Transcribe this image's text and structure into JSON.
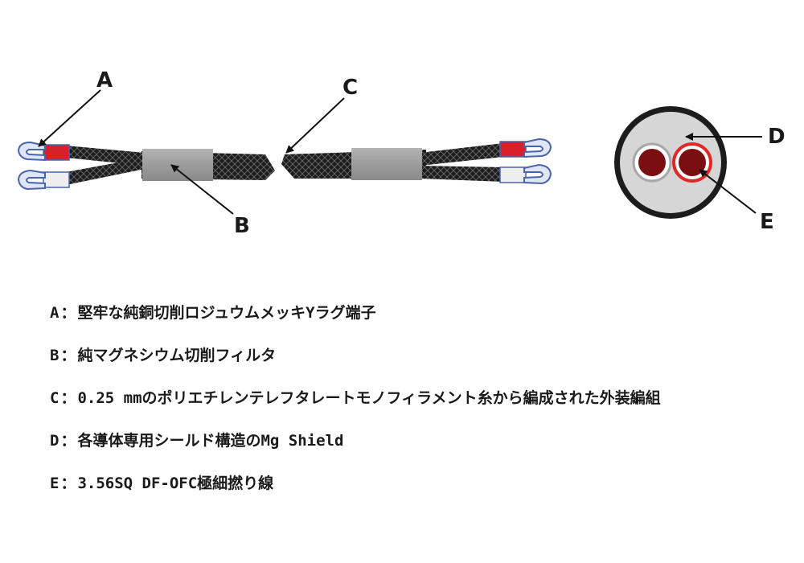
{
  "callouts": {
    "a": "A",
    "b": "B",
    "c": "C",
    "d": "D",
    "e": "E"
  },
  "separator": "：",
  "legend": [
    {
      "letter": "A",
      "text": "堅牢な純銅切削ロジュウムメッキYラグ端子"
    },
    {
      "letter": "B",
      "text": "純マグネシウム切削フィルタ"
    },
    {
      "letter": "C",
      "text": "0.25 mmのポリエチレンテレフタレートモノフィラメント糸から編成された外装編組"
    },
    {
      "letter": "D",
      "text": "各導体専用シールド構造のMg Shield"
    },
    {
      "letter": "E",
      "text": "3.56SQ DF-OFC極細撚り線"
    }
  ],
  "colors": {
    "terminal_outline": "#4a64a8",
    "terminal_fill": "#dfe6f6",
    "red_sleeve": "#d8202a",
    "white_sleeve": "#eeeeee",
    "braid": "#1c1c1c",
    "filter": "#9a9a9a",
    "conductor": "#7a0e10",
    "conductor_ring_active": "#e02828"
  }
}
